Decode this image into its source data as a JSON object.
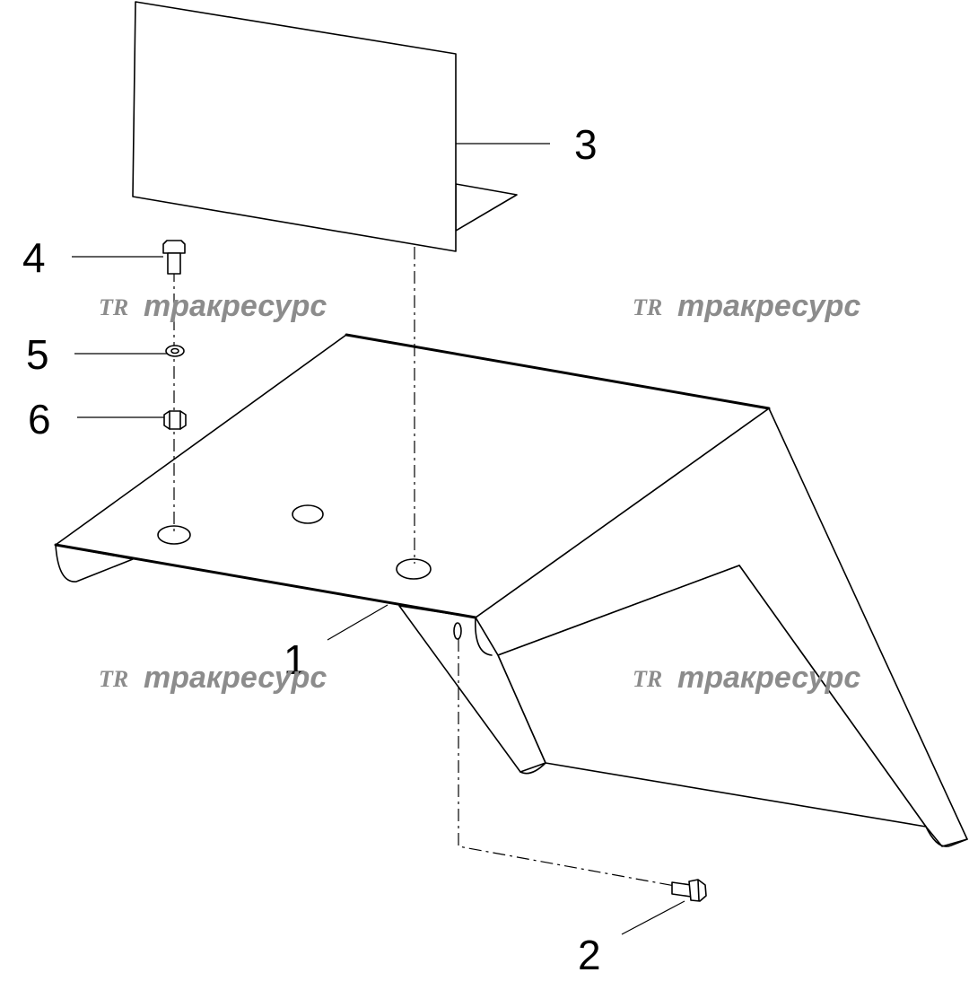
{
  "callouts": {
    "c1": "1",
    "c2": "2",
    "c3": "3",
    "c4": "4",
    "c5": "5",
    "c6": "6"
  },
  "watermark": {
    "logo": "TR",
    "text": "тракресурс"
  },
  "colors": {
    "line": "#000000",
    "watermark": "#8c8c8c",
    "background": "#ffffff"
  }
}
